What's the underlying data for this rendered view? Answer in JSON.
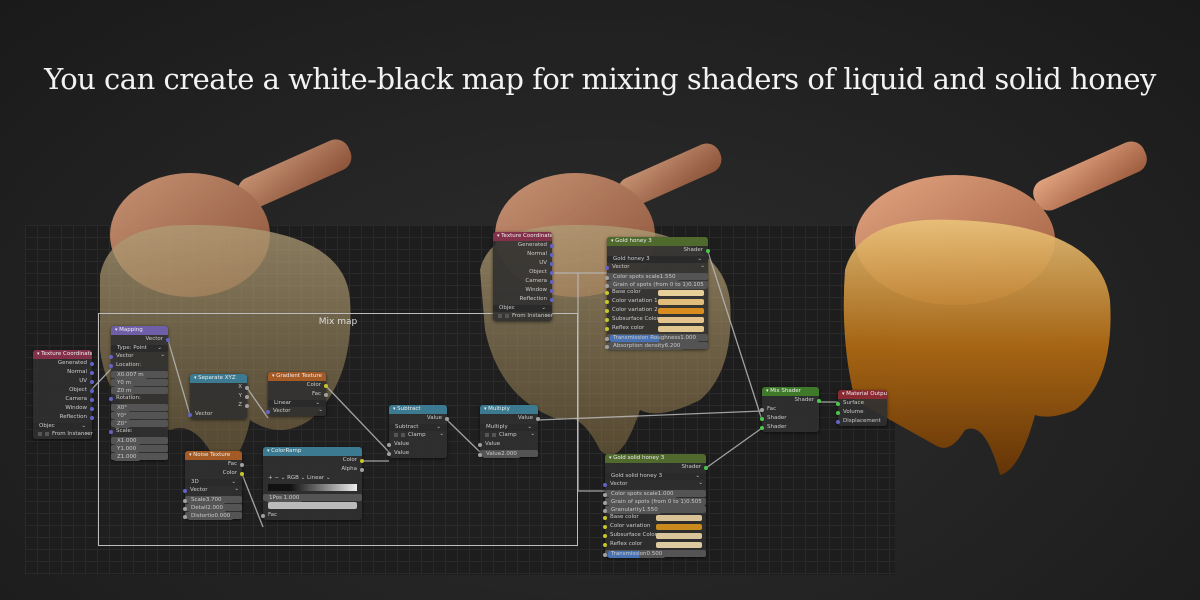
{
  "title": "You can create a white-black map for mixing shaders of liquid and solid honey",
  "frame_label": "Mix map",
  "colors": {
    "vector": "#6363c7",
    "float": "#a1a1a1",
    "color": "#c7c729",
    "shader": "#4cc74c",
    "hdr_input": "#83314a",
    "hdr_vector": "#6f5ea8",
    "hdr_converter": "#3b7a91",
    "hdr_texture": "#a35a24",
    "hdr_shader": "#3e7a2a",
    "hdr_group": "#4f6a2c",
    "hdr_output": "#8a2a33"
  },
  "nodes": [
    {
      "id": "texcoord1",
      "title": "Texture Coordinate",
      "hdr": "hdr_input",
      "rows": [
        {
          "t": "out",
          "l": "Generated",
          "s": "vector"
        },
        {
          "t": "out",
          "l": "Normal",
          "s": "vector"
        },
        {
          "t": "out",
          "l": "UV",
          "s": "vector"
        },
        {
          "t": "out",
          "l": "Object",
          "s": "vector"
        },
        {
          "t": "out",
          "l": "Camera",
          "s": "vector"
        },
        {
          "t": "out",
          "l": "Window",
          "s": "vector"
        },
        {
          "t": "out",
          "l": "Reflection",
          "s": "vector"
        },
        {
          "t": "dd",
          "l": "Objec"
        },
        {
          "t": "chk",
          "l": "From Instancer"
        }
      ]
    },
    {
      "id": "mapping",
      "title": "Mapping",
      "hdr": "hdr_vector",
      "rows": [
        {
          "t": "out",
          "l": "Vector",
          "s": "vector"
        },
        {
          "t": "dd",
          "l": "Type:  Point"
        },
        {
          "t": "in",
          "l": "Vector",
          "s": "vector"
        },
        {
          "t": "in",
          "l": "Location:",
          "s": "vector"
        },
        {
          "t": "fld",
          "l": "X",
          "v": "0.007 m"
        },
        {
          "t": "fld",
          "l": "Y",
          "v": "0 m"
        },
        {
          "t": "fld",
          "l": "Z",
          "v": "0 m"
        },
        {
          "t": "in",
          "l": "Rotation:",
          "s": "vector"
        },
        {
          "t": "fld",
          "l": "X",
          "v": "0°"
        },
        {
          "t": "fld",
          "l": "Y",
          "v": "0°"
        },
        {
          "t": "fld",
          "l": "Z",
          "v": "0°"
        },
        {
          "t": "in",
          "l": "Scale:",
          "s": "vector"
        },
        {
          "t": "fld",
          "l": "X",
          "v": "1.000"
        },
        {
          "t": "fld",
          "l": "Y",
          "v": "1.000"
        },
        {
          "t": "fld",
          "l": "Z",
          "v": "1.000"
        }
      ]
    },
    {
      "id": "sepxyz",
      "title": "Separate XYZ",
      "hdr": "hdr_converter",
      "rows": [
        {
          "t": "out",
          "l": "X",
          "s": "float"
        },
        {
          "t": "out",
          "l": "Y",
          "s": "float"
        },
        {
          "t": "out",
          "l": "Z",
          "s": "float"
        },
        {
          "t": "in",
          "l": "Vector",
          "s": "vector"
        }
      ]
    },
    {
      "id": "gradient",
      "title": "Gradient Texture",
      "hdr": "hdr_texture",
      "rows": [
        {
          "t": "out",
          "l": "Color",
          "s": "color"
        },
        {
          "t": "out",
          "l": "Fac",
          "s": "float"
        },
        {
          "t": "dd",
          "l": "Linear"
        },
        {
          "t": "in",
          "l": "Vector",
          "s": "vector"
        }
      ]
    },
    {
      "id": "noise",
      "title": "Noise Texture",
      "hdr": "hdr_texture",
      "rows": [
        {
          "t": "out",
          "l": "Fac",
          "s": "float"
        },
        {
          "t": "out",
          "l": "Color",
          "s": "color"
        },
        {
          "t": "dd",
          "l": "3D"
        },
        {
          "t": "in",
          "l": "Vector",
          "s": "vector"
        },
        {
          "t": "fld",
          "l": "Scale",
          "v": "3.700",
          "s": "float"
        },
        {
          "t": "fld",
          "l": "Detail",
          "v": "2.000",
          "s": "float"
        },
        {
          "t": "fld",
          "l": "Distortio",
          "v": "0.000",
          "s": "float"
        }
      ]
    },
    {
      "id": "colorramp",
      "title": "ColorRamp",
      "hdr": "hdr_converter",
      "rows": [
        {
          "t": "out",
          "l": "Color",
          "s": "color"
        },
        {
          "t": "out",
          "l": "Alpha",
          "s": "float"
        },
        {
          "t": "text",
          "l": "+  −  ⌄        RGB ⌄   Linear ⌄"
        },
        {
          "t": "ramp"
        },
        {
          "t": "fld",
          "l": "1",
          "v": "Pos   1.000"
        },
        {
          "t": "bar"
        },
        {
          "t": "in",
          "l": "Fac",
          "s": "float"
        }
      ]
    },
    {
      "id": "subtract",
      "title": "Subtract",
      "hdr": "hdr_converter",
      "rows": [
        {
          "t": "out",
          "l": "Value",
          "s": "float"
        },
        {
          "t": "dd",
          "l": "Subtract"
        },
        {
          "t": "chk",
          "l": "Clamp"
        },
        {
          "t": "in",
          "l": "Value",
          "s": "float"
        },
        {
          "t": "in",
          "l": "Value",
          "s": "float"
        }
      ]
    },
    {
      "id": "multiply",
      "title": "Multiply",
      "hdr": "hdr_converter",
      "rows": [
        {
          "t": "out",
          "l": "Value",
          "s": "float"
        },
        {
          "t": "dd",
          "l": "Multiply"
        },
        {
          "t": "chk",
          "l": "Clamp"
        },
        {
          "t": "in",
          "l": "Value",
          "s": "float"
        },
        {
          "t": "fld",
          "l": "Value",
          "v": "2.000",
          "s": "float"
        }
      ]
    },
    {
      "id": "texcoord2",
      "title": "Texture Coordinate",
      "hdr": "hdr_input",
      "rows": [
        {
          "t": "out",
          "l": "Generated",
          "s": "vector"
        },
        {
          "t": "out",
          "l": "Normal",
          "s": "vector"
        },
        {
          "t": "out",
          "l": "UV",
          "s": "vector"
        },
        {
          "t": "out",
          "l": "Object",
          "s": "vector"
        },
        {
          "t": "out",
          "l": "Camera",
          "s": "vector"
        },
        {
          "t": "out",
          "l": "Window",
          "s": "vector"
        },
        {
          "t": "out",
          "l": "Reflection",
          "s": "vector"
        },
        {
          "t": "dd",
          "l": "Objec"
        },
        {
          "t": "chk",
          "l": "From Instancer"
        }
      ]
    },
    {
      "id": "goldhoney",
      "title": "Gold honey 3",
      "hdr": "hdr_group",
      "rows": [
        {
          "t": "out",
          "l": "Shader",
          "s": "shader"
        },
        {
          "t": "dd",
          "l": "Gold honey 3"
        },
        {
          "t": "in",
          "l": "Vector",
          "s": "vector"
        },
        {
          "t": "fld",
          "l": "Color spots scale",
          "v": "1.550",
          "s": "float"
        },
        {
          "t": "fld",
          "l": "Grain of spots (from 0 to 1)",
          "v": "0.105",
          "s": "float"
        },
        {
          "t": "color",
          "l": "Base color",
          "c": "#e6cf98",
          "s": "color"
        },
        {
          "t": "color",
          "l": "Color variation 1",
          "c": "#e1bd7c",
          "s": "color"
        },
        {
          "t": "color",
          "l": "Color variation 2",
          "c": "#d98c1f",
          "s": "color"
        },
        {
          "t": "color",
          "l": "Subsurface Color",
          "c": "#e4c48c",
          "s": "color"
        },
        {
          "t": "color",
          "l": "Reflex color",
          "c": "#e2c68f",
          "s": "color"
        },
        {
          "t": "fld",
          "l": "Transmission Roughness",
          "v": "1.000",
          "s": "float",
          "hl": true
        },
        {
          "t": "fld",
          "l": "Absorption density",
          "v": "6.200",
          "s": "float"
        }
      ]
    },
    {
      "id": "mixshader",
      "title": "Mix Shader",
      "hdr": "hdr_shader",
      "rows": [
        {
          "t": "out",
          "l": "Shader",
          "s": "shader"
        },
        {
          "t": "in",
          "l": "Fac",
          "s": "float"
        },
        {
          "t": "in",
          "l": "Shader",
          "s": "shader"
        },
        {
          "t": "in",
          "l": "Shader",
          "s": "shader"
        }
      ]
    },
    {
      "id": "matout",
      "title": "Material Output",
      "hdr": "hdr_output",
      "rows": [
        {
          "t": "in",
          "l": "Surface",
          "s": "shader"
        },
        {
          "t": "in",
          "l": "Volume",
          "s": "shader"
        },
        {
          "t": "in",
          "l": "Displacement",
          "s": "vector"
        }
      ]
    },
    {
      "id": "goldsolid",
      "title": "Gold solid honey 3",
      "hdr": "hdr_group",
      "rows": [
        {
          "t": "out",
          "l": "Shader",
          "s": "shader"
        },
        {
          "t": "dd",
          "l": "Gold solid honey 3"
        },
        {
          "t": "in",
          "l": "Vector",
          "s": "vector"
        },
        {
          "t": "fld",
          "l": "Color spots scale",
          "v": "1.000",
          "s": "float"
        },
        {
          "t": "fld",
          "l": "Grain of spots (from 0 to 1)",
          "v": "0.505",
          "s": "float"
        },
        {
          "t": "fld",
          "l": "Granularity",
          "v": "1.550",
          "s": "float"
        },
        {
          "t": "color",
          "l": "Base color",
          "c": "#d8c296",
          "s": "color"
        },
        {
          "t": "color",
          "l": "Color variation",
          "c": "#c88a1c",
          "s": "color"
        },
        {
          "t": "color",
          "l": "Subsurface Color",
          "c": "#d9c59a",
          "s": "color"
        },
        {
          "t": "color",
          "l": "Reflex color",
          "c": "#dccaa0",
          "s": "color"
        },
        {
          "t": "fld",
          "l": "Transmission",
          "v": "0.500",
          "s": "float",
          "hl": true
        }
      ]
    }
  ]
}
